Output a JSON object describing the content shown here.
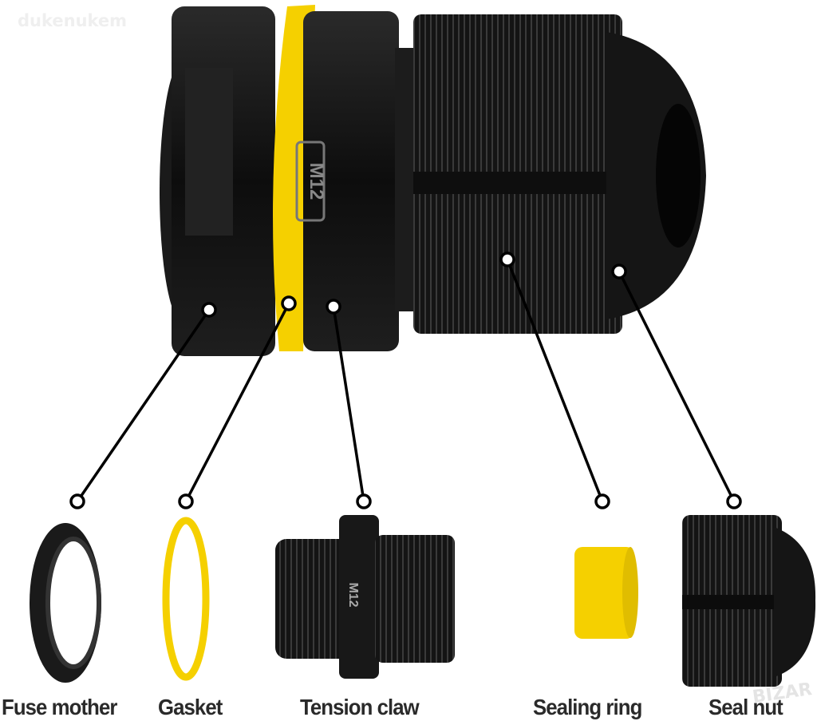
{
  "watermark": "dukenukem",
  "logo": "BIZAR",
  "product_marking": "M12",
  "parts": [
    {
      "label": "Fuse mother"
    },
    {
      "label": "Gasket"
    },
    {
      "label": "Tension claw"
    },
    {
      "label": "Sealing ring"
    },
    {
      "label": "Seal nut"
    }
  ],
  "colors": {
    "body": "#111111",
    "accent": "#f5d000",
    "leader": "#000000"
  }
}
